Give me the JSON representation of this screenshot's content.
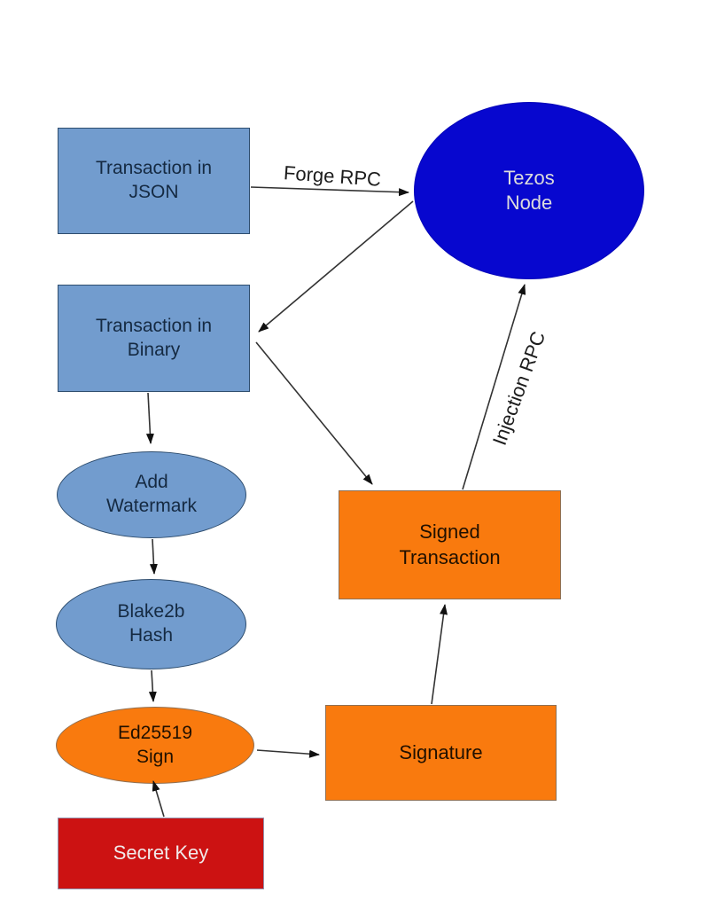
{
  "diagram": {
    "nodes": {
      "transaction_json": {
        "label": "Transaction in\nJSON",
        "shape": "rectangle",
        "fill": "#729cce"
      },
      "tezos_node": {
        "label": "Tezos\nNode",
        "shape": "ellipse",
        "fill": "#0707cf"
      },
      "transaction_binary": {
        "label": "Transaction in\nBinary",
        "shape": "rectangle",
        "fill": "#729cce"
      },
      "add_watermark": {
        "label": "Add\nWatermark",
        "shape": "ellipse",
        "fill": "#729cce"
      },
      "blake2b_hash": {
        "label": "Blake2b\nHash",
        "shape": "ellipse",
        "fill": "#729cce"
      },
      "ed25519_sign": {
        "label": "Ed25519\nSign",
        "shape": "ellipse",
        "fill": "#f97a0e"
      },
      "signed_transaction": {
        "label": "Signed\nTransaction",
        "shape": "rectangle",
        "fill": "#f97a0e"
      },
      "signature": {
        "label": "Signature",
        "shape": "rectangle",
        "fill": "#f97a0e"
      },
      "secret_key": {
        "label": "Secret Key",
        "shape": "rectangle",
        "fill": "#cc1212"
      }
    },
    "edge_labels": {
      "forge_rpc": "Forge RPC",
      "injection_rpc": "Injection RPC"
    },
    "colors": {
      "light_blue": "#729cce",
      "dark_blue": "#0707cf",
      "orange": "#f97a0e",
      "red": "#cc1212",
      "line": "#333333"
    }
  }
}
